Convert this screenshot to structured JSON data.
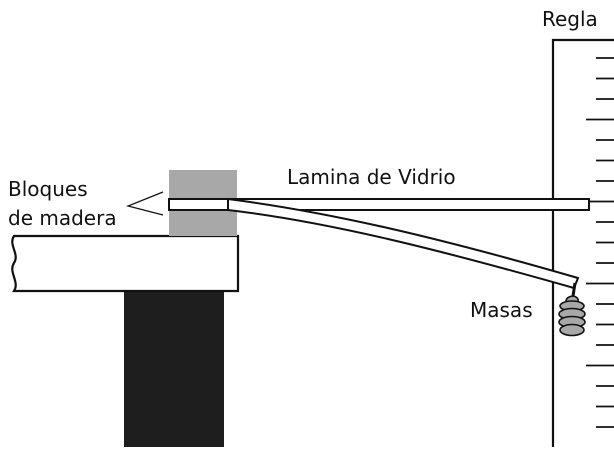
{
  "labels": {
    "ruler": "Regla",
    "glass_strip": "Lamina de Vidrio",
    "blocks_line1": "Bloques",
    "blocks_line2": "de madera",
    "masses": "Masas"
  },
  "colors": {
    "ink": "#111111",
    "wood_block": "#a8a8a8",
    "table_leg": "#1e1e1e",
    "background": "#ffffff"
  }
}
